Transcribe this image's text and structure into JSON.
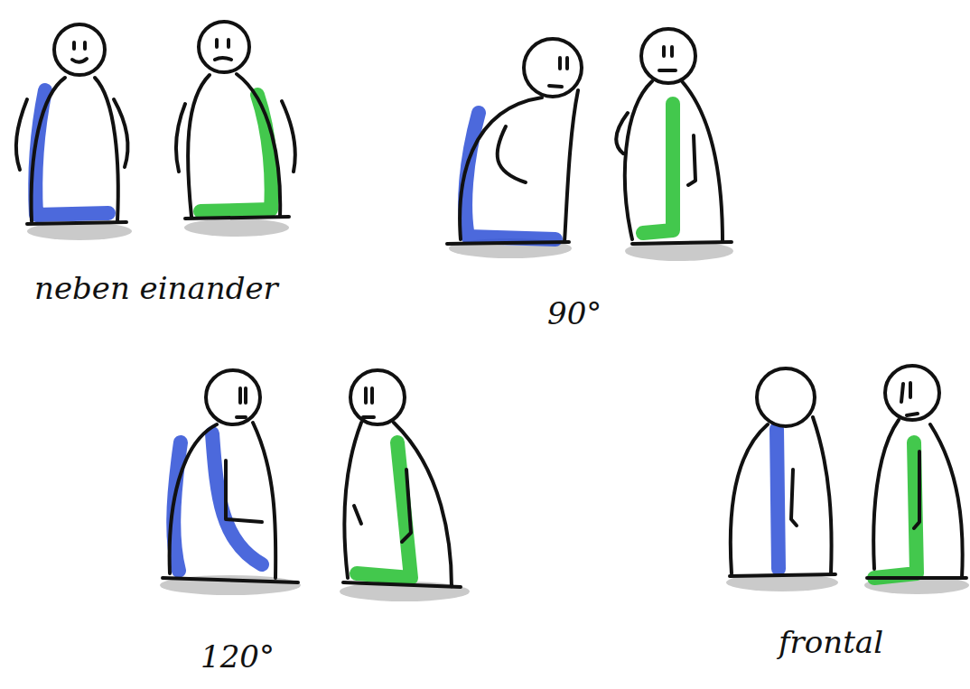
{
  "diagram": {
    "labels": [
      "neben einander",
      "90°",
      "120°",
      "frontal"
    ]
  }
}
